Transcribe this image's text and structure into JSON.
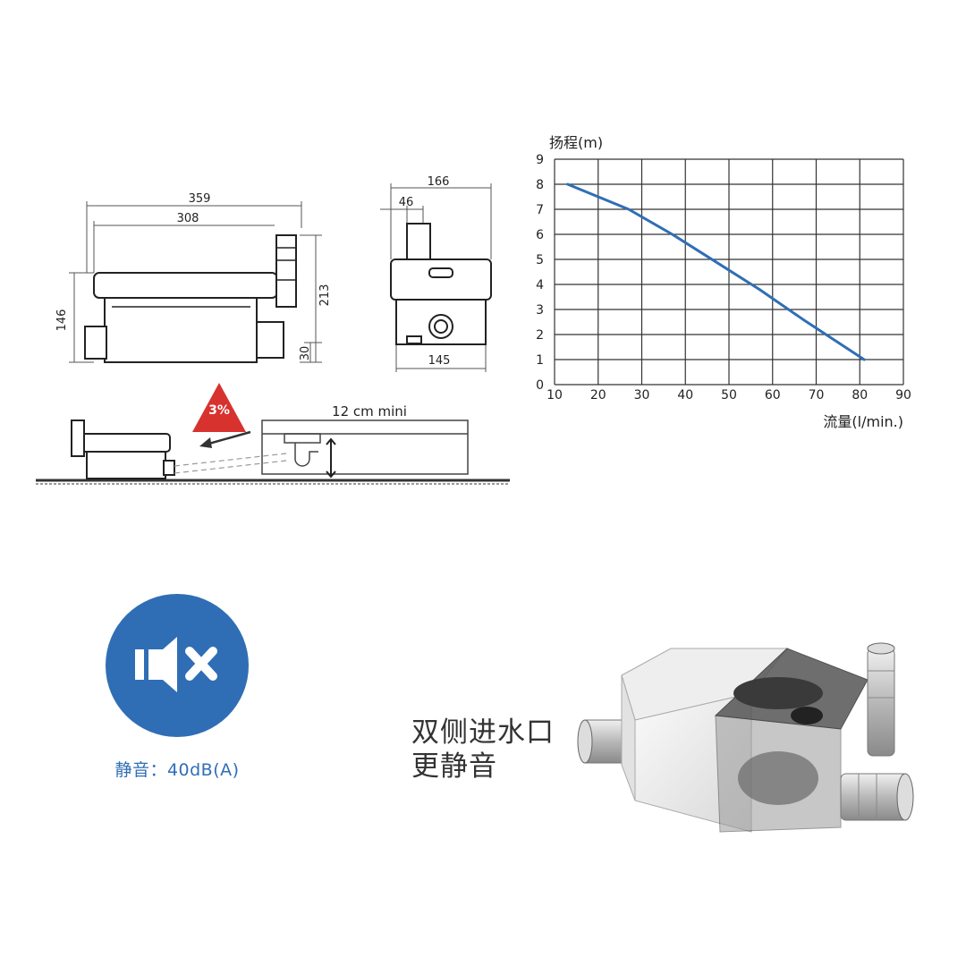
{
  "dimensions": {
    "side_view": {
      "overall_width": "359",
      "body_width": "308",
      "height": "146",
      "total_height": "213",
      "inlet_height": "30"
    },
    "front_view": {
      "width_top": "166",
      "outlet_width": "46",
      "width_bottom": "145"
    }
  },
  "install_diagram": {
    "slope_label": "3%",
    "clearance_label": "12 cm mini"
  },
  "chart_data": {
    "type": "line",
    "title": "",
    "ylabel": "扬程(m)",
    "xlabel": "流量(l/min.)",
    "xlim": [
      10,
      90
    ],
    "ylim": [
      0,
      9
    ],
    "x_ticks": [
      "10",
      "20",
      "30",
      "40",
      "50",
      "60",
      "70",
      "80",
      "90"
    ],
    "y_ticks": [
      "0",
      "1",
      "2",
      "3",
      "4",
      "5",
      "6",
      "7",
      "8",
      "9"
    ],
    "grid": true,
    "series": [
      {
        "color": "#2f6eb5",
        "x": [
          13,
          20,
          27,
          37,
          47,
          57,
          67,
          74,
          81
        ],
        "y": [
          8.0,
          7.5,
          7.0,
          6.0,
          4.9,
          3.8,
          2.6,
          1.8,
          1.0
        ]
      }
    ]
  },
  "mute_badge": {
    "icon": "speaker-mute-icon",
    "color": "#2f6eb5",
    "caption": "静音：40dB(A)"
  },
  "slogan": {
    "line1": "双侧进水口",
    "line2": "更静音"
  }
}
